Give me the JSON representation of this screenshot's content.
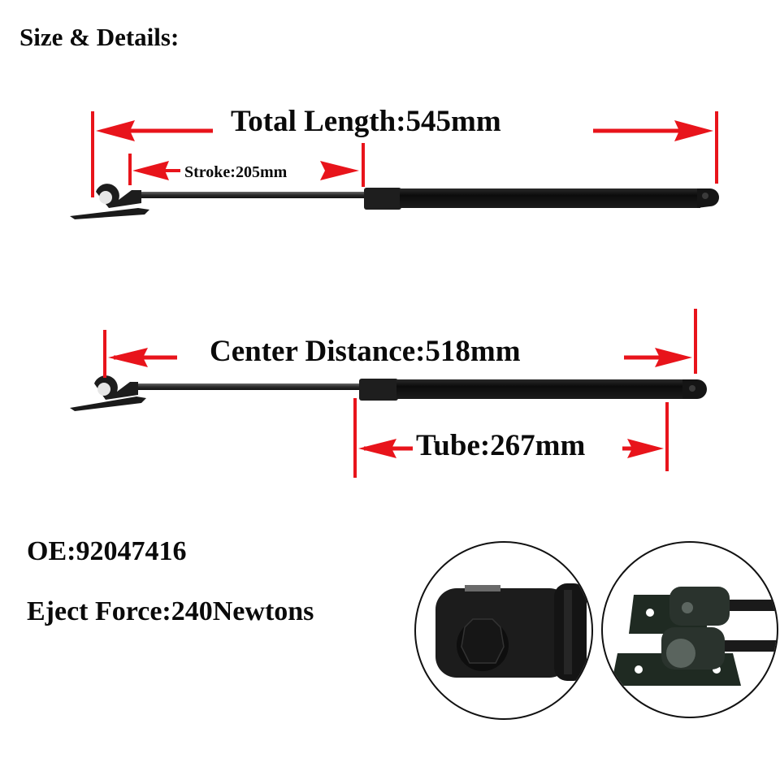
{
  "header": {
    "title": "Size & Details:"
  },
  "dimensions": {
    "total_length": {
      "label": "Total Length:545mm",
      "value_mm": 545
    },
    "stroke": {
      "label": "Stroke:205mm",
      "value_mm": 205
    },
    "center_distance": {
      "label": "Center Distance:518mm",
      "value_mm": 518
    },
    "tube": {
      "label": "Tube:267mm",
      "value_mm": 267
    }
  },
  "specs": {
    "oe": "OE:92047416",
    "eject_force": "Eject Force:240Newtons"
  },
  "colors": {
    "annotation_red": "#e8141b",
    "strut_black": "#141414",
    "text": "#0a0a0a"
  },
  "detail_views": [
    {
      "name": "end-fitting-closeup"
    },
    {
      "name": "bracket-mount-closeup"
    }
  ]
}
